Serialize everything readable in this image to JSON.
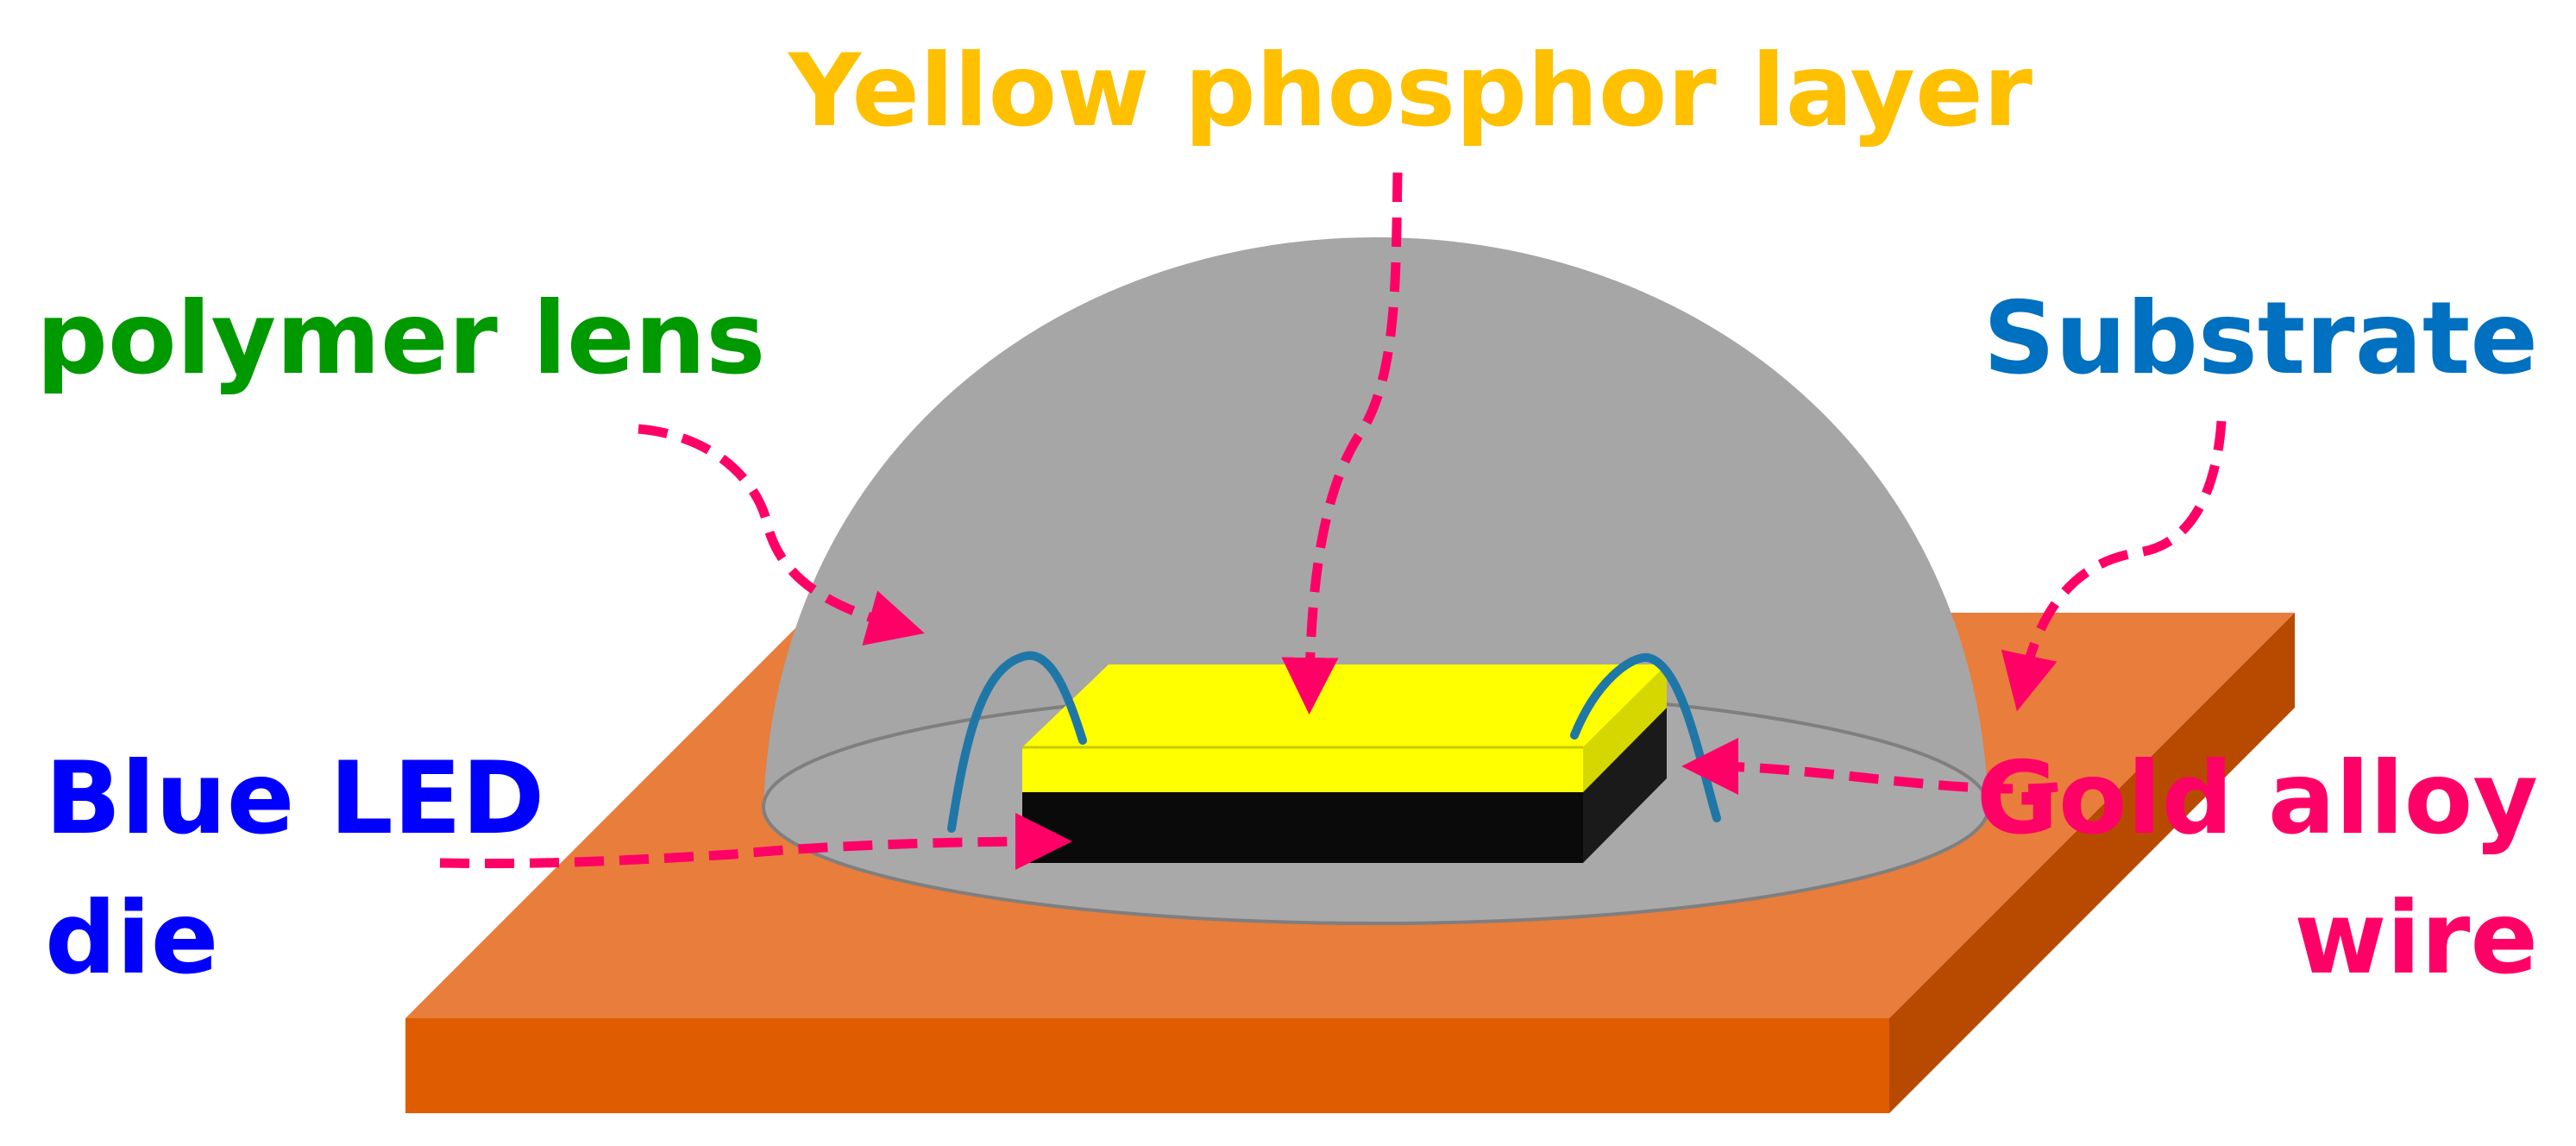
{
  "labels": {
    "yellow_phosphor_layer": "Yellow phosphor layer",
    "polymer_lens": "polymer lens",
    "substrate": "Substrate",
    "blue_led_line1": "Blue LED",
    "blue_led_line2": "die",
    "gold_wire_line1": "Gold alloy",
    "gold_wire_line2": "wire"
  },
  "colors": {
    "yellow_label": "#FFC000",
    "green_label": "#009900",
    "substrate_label": "#0070C0",
    "blue_label": "#0000FF",
    "pink_label": "#FF0066",
    "arrow": "#FF0066",
    "substrate_top": "#E87D3C",
    "substrate_front": "#E05C00",
    "substrate_side": "#B84A00",
    "lens": "#A6A6A6",
    "lens_base": "#A9A9A9",
    "phosphor_top": "#FFFF00",
    "phosphor_side": "#D6D600",
    "die": "#0A0A0A",
    "wire": "#1F77A8"
  }
}
